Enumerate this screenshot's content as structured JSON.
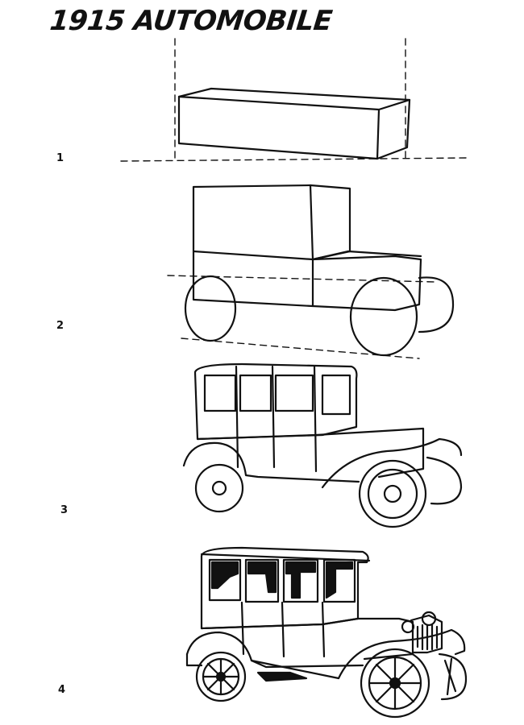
{
  "title": "1915 AUTOMOBILE",
  "steps": [
    {
      "number": "1"
    },
    {
      "number": "2"
    },
    {
      "number": "3"
    },
    {
      "number": "4"
    }
  ]
}
